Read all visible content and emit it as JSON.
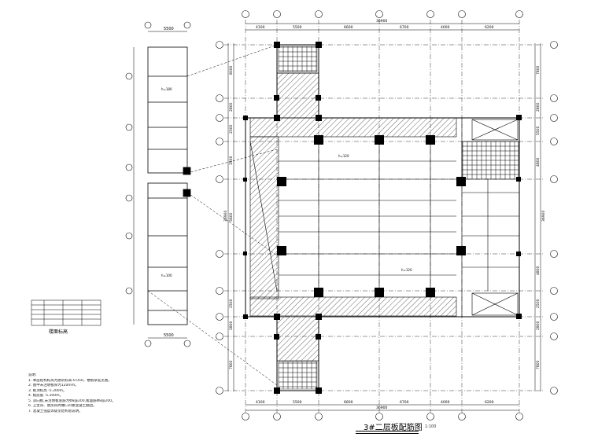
{
  "drawing_title": "3#二层板配筋图",
  "scale_text": "1:100",
  "top_dims": [
    "4100",
    "5500",
    "6600",
    "6700",
    "4000",
    "6200"
  ],
  "top_total": "36900",
  "bottom_dims": [
    "4100",
    "5500",
    "6600",
    "6700",
    "4000",
    "6200"
  ],
  "bottom_total": "36900",
  "left_vertical_dims": [
    "8000",
    "2800",
    "2500",
    "3500",
    "5600",
    "2500",
    "2800",
    "7800"
  ],
  "left_total": "36900",
  "right_vertical_dims": [
    "7800",
    "2800",
    "5500",
    "4800",
    "4800",
    "2500",
    "2800",
    "7800"
  ],
  "right_total": "36900",
  "side_top_dim": "5500",
  "side_bottom_dim": "5500",
  "slab_labels": [
    "h=180",
    "h=120",
    "h=120",
    "h=100"
  ],
  "table_caption": "楼面标高",
  "notes_heading": "说明:",
  "notes": [
    "1. 本层结构标高为建筑标高-0.050，楼板厚度见图。",
    "2. 图中未注明板厚为120mm。",
    "3. 板顶标高 -5.200m。",
    "4. 板底筋 -5.200m。",
    "5. 双向板,未注明板底筋为Φ8@200,板面筋Φ8@200。",
    "6. 卫生间、厨房四周做C20素混凝土翻边。",
    "7. 混凝土强度等级见结构总说明。"
  ]
}
